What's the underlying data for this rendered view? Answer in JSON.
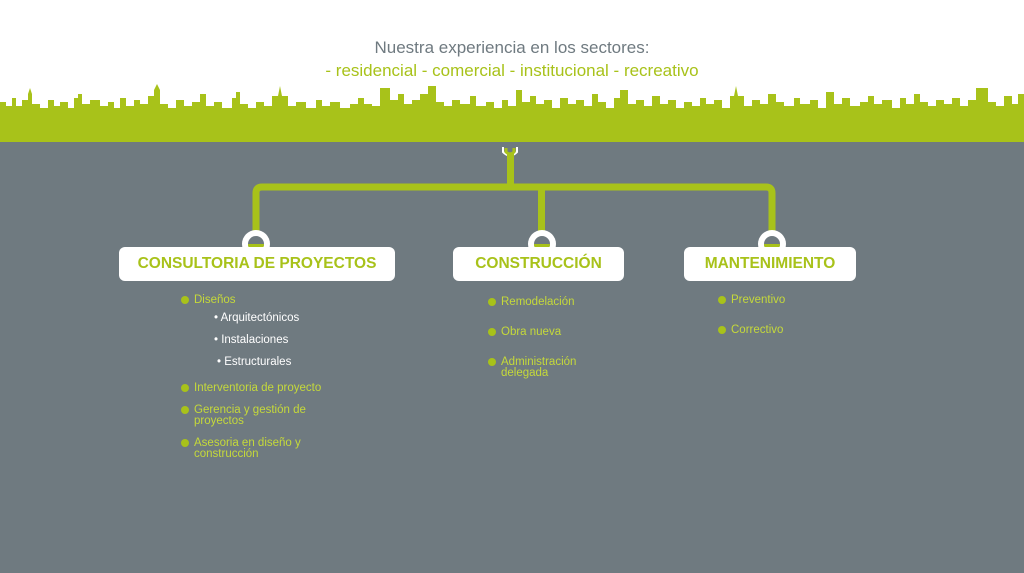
{
  "header": {
    "line1": "Nuestra experiencia en los sectores:",
    "line2": "- residencial -  comercial - institucional - recreativo"
  },
  "colors": {
    "accent": "#a8c21a",
    "panel": "#6f7a80",
    "title_gray": "#6f7a80",
    "white": "#ffffff"
  },
  "sections": [
    {
      "title": "CONSULTORIA DE PROYECTOS",
      "items": [
        {
          "label": "Diseños",
          "sub": [
            "• Arquitectónicos",
            "• Instalaciones",
            "• Estructurales"
          ]
        },
        {
          "label": "Interventoria de proyecto"
        },
        {
          "label": "Gerencia y gestión de proyectos"
        },
        {
          "label": "Asesoria en diseño y construcción"
        }
      ]
    },
    {
      "title": "CONSTRUCCIÓN",
      "items": [
        {
          "label": "Remodelación"
        },
        {
          "label": "Obra nueva"
        },
        {
          "label": "Administración delegada"
        }
      ]
    },
    {
      "title": "MANTENIMIENTO",
      "items": [
        {
          "label": "Preventivo"
        },
        {
          "label": "Correctivo"
        }
      ]
    }
  ]
}
